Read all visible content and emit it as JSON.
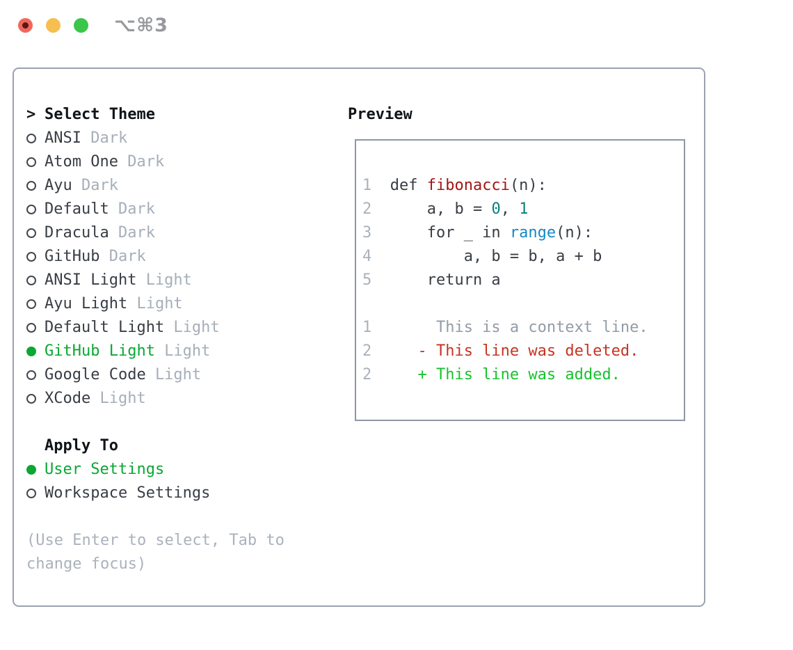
{
  "window": {
    "title_shortcut": "⌥⌘3"
  },
  "colors": {
    "accent_green": "#0aa734",
    "added_green": "#17c22e",
    "deleted_red": "#c63420",
    "function_red": "#a31515",
    "number_teal": "#0d7d7d",
    "builtin_blue": "#1688c5",
    "context_gray": "#939ca6",
    "muted_gray": "#a6aeb9",
    "hint_gray": "#aab2bc",
    "line_number_gray": "#a9b2bc",
    "text_dark": "#383d44",
    "panel_border": "#9aa2ae",
    "preview_border": "#8e97a3",
    "traffic_red": "#f0685d",
    "traffic_yellow": "#f6bf50",
    "traffic_green": "#3bc649",
    "title_gray": "#97999d"
  },
  "theme_panel": {
    "header": {
      "prompt": ">",
      "label": "Select Theme"
    },
    "items": [
      {
        "name": "ANSI",
        "variant": "Dark",
        "selected": false
      },
      {
        "name": "Atom One",
        "variant": "Dark",
        "selected": false
      },
      {
        "name": "Ayu",
        "variant": "Dark",
        "selected": false
      },
      {
        "name": "Default",
        "variant": "Dark",
        "selected": false
      },
      {
        "name": "Dracula",
        "variant": "Dark",
        "selected": false
      },
      {
        "name": "GitHub",
        "variant": "Dark",
        "selected": false
      },
      {
        "name": "ANSI Light",
        "variant": "Light",
        "selected": false
      },
      {
        "name": "Ayu Light",
        "variant": "Light",
        "selected": false
      },
      {
        "name": "Default Light",
        "variant": "Light",
        "selected": false
      },
      {
        "name": "GitHub Light",
        "variant": "Light",
        "selected": true
      },
      {
        "name": "Google Code",
        "variant": "Light",
        "selected": false
      },
      {
        "name": "XCode",
        "variant": "Light",
        "selected": false
      }
    ],
    "apply_to": {
      "header": "Apply To",
      "options": [
        {
          "label": "User Settings",
          "selected": true
        },
        {
          "label": "Workspace Settings",
          "selected": false
        }
      ]
    },
    "hint": {
      "line1": "(Use Enter to select, Tab to",
      "line2": "change focus)"
    }
  },
  "preview": {
    "header": "Preview",
    "lines": [
      {
        "num": "1",
        "segs": [
          [
            "plain",
            "def "
          ],
          [
            "func",
            "fibonacci"
          ],
          [
            "plain",
            "(n):"
          ]
        ]
      },
      {
        "num": "2",
        "segs": [
          [
            "plain",
            "    a, b = "
          ],
          [
            "number",
            "0"
          ],
          [
            "plain",
            ", "
          ],
          [
            "number",
            "1"
          ]
        ]
      },
      {
        "num": "3",
        "segs": [
          [
            "plain",
            "    for _ in "
          ],
          [
            "builtin",
            "range"
          ],
          [
            "plain",
            "(n):"
          ]
        ]
      },
      {
        "num": "4",
        "segs": [
          [
            "plain",
            "        a, b = b, a + b"
          ]
        ]
      },
      {
        "num": "5",
        "segs": [
          [
            "plain",
            "    return a"
          ]
        ]
      },
      {
        "num": "",
        "segs": []
      },
      {
        "num": "1",
        "segs": [
          [
            "context",
            "     This is a context line."
          ]
        ]
      },
      {
        "num": "2",
        "segs": [
          [
            "deleted",
            "   - This line was deleted."
          ]
        ]
      },
      {
        "num": "2",
        "segs": [
          [
            "added",
            "   + This line was added."
          ]
        ]
      }
    ]
  }
}
